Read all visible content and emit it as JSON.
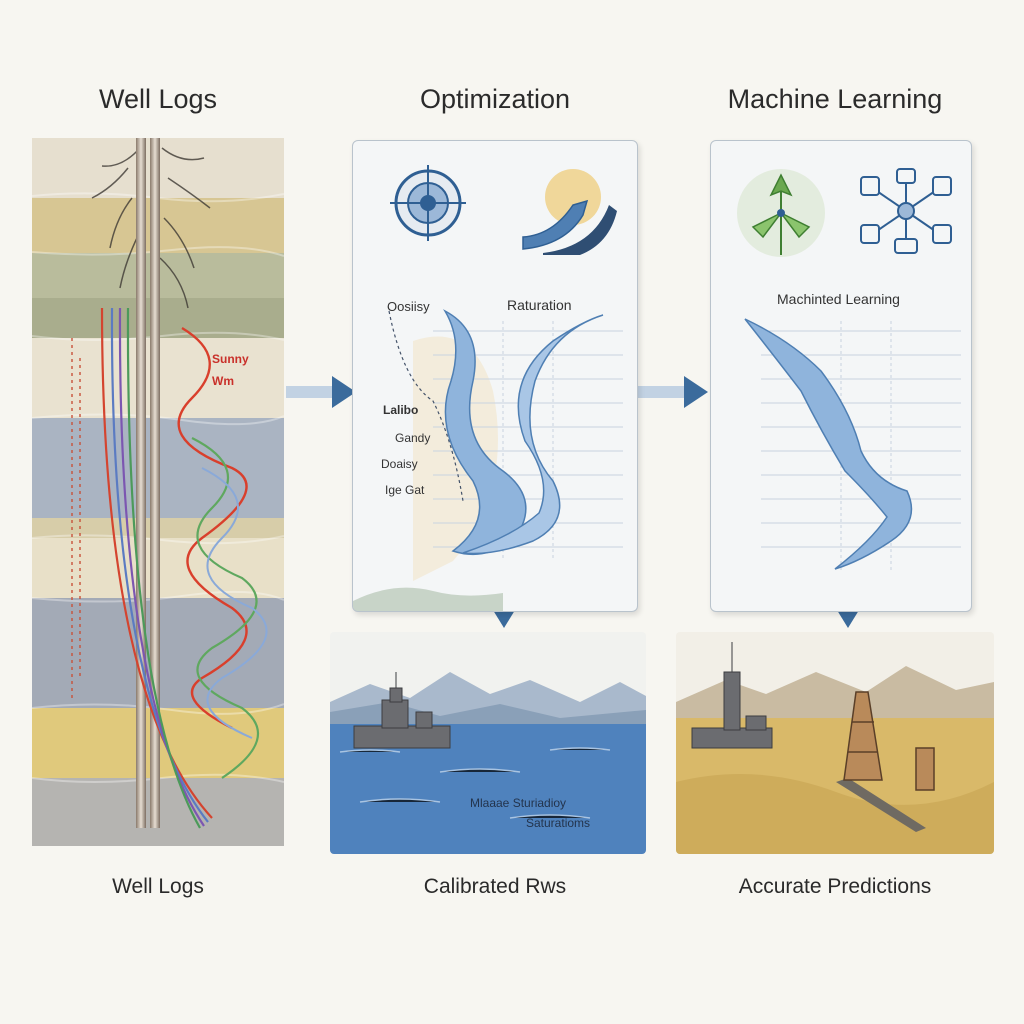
{
  "columns": [
    {
      "title": "Well Logs",
      "caption": "Well Logs"
    },
    {
      "title": "Optimization",
      "caption": "Calibrated Rws"
    },
    {
      "title": "Machine Learning",
      "caption": "Accurate Predictions"
    }
  ],
  "well_logs": {
    "curve_labels": [
      "Sunny",
      "Wm"
    ]
  },
  "optimization": {
    "label_left": "Oosiisy",
    "label_right": "Raturation",
    "side_labels": [
      "Lalibo",
      "Gandy",
      "Doaisy",
      "Ige Gat"
    ],
    "colors": {
      "curve": "#7fa9d6",
      "accent": "#2f5f93"
    }
  },
  "machine_learning": {
    "panel_label": "Machinted Learning"
  },
  "scene_calibrated": {
    "labels": [
      "Mlaaae Sturiadioy",
      "Saturatioms"
    ]
  },
  "icons": [
    "target-icon",
    "arrow-icon",
    "tree-network-icon",
    "node-network-icon"
  ],
  "colors": {
    "arrow": "#3b6b9c",
    "background": "#f7f6f1"
  }
}
